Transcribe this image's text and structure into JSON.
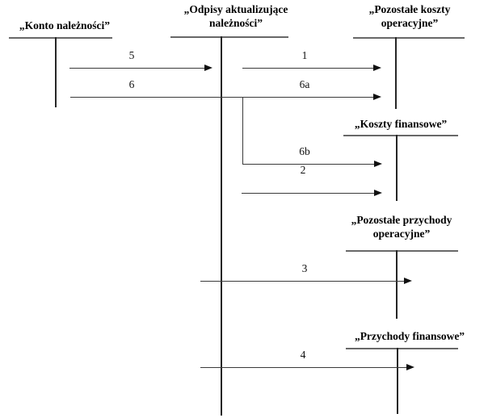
{
  "diagram": {
    "kind": "t-account-flow-diagram",
    "accounts": [
      {
        "name": "konto-naleznosci",
        "lines": [
          "„Konto należności”"
        ]
      },
      {
        "name": "odpisy-aktualizujace-naleznosci",
        "lines": [
          "„Odpisy aktualizujące",
          "należności”"
        ]
      },
      {
        "name": "pozostale-koszty-operacyjne",
        "lines": [
          "„Pozostałe koszty",
          "operacyjne”"
        ]
      },
      {
        "name": "koszty-finansowe",
        "lines": [
          "„Koszty finansowe”"
        ]
      },
      {
        "name": "pozostale-przychody-operacyjne",
        "lines": [
          "„Pozostałe przychody",
          "operacyjne”"
        ]
      },
      {
        "name": "przychody-finansowe",
        "lines": [
          "„Przychody finansowe”"
        ]
      }
    ],
    "flows": [
      {
        "label": "5"
      },
      {
        "label": "1"
      },
      {
        "label": "6"
      },
      {
        "label": "6a"
      },
      {
        "label": "6b"
      },
      {
        "label": "2"
      },
      {
        "label": "3"
      },
      {
        "label": "4"
      }
    ],
    "colors": {
      "text": "#000000",
      "line": "#3a3a3a",
      "bar": "#686868",
      "arrowhead": "#101010"
    }
  }
}
